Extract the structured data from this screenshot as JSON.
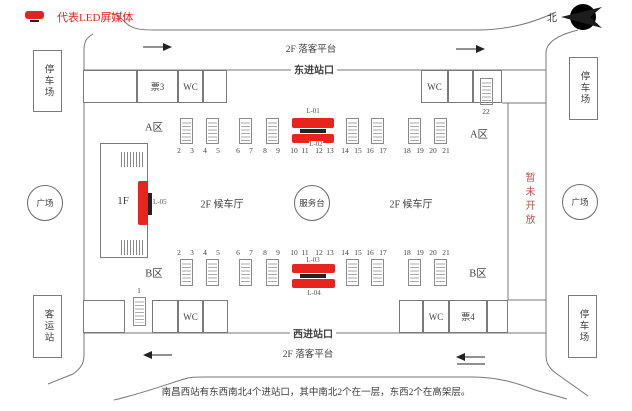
{
  "legend": {
    "label": "代表LED屏媒体"
  },
  "compass": {
    "label": "北"
  },
  "platforms": {
    "top": "2F 落客平台",
    "bottom": "2F 落客平台"
  },
  "entrances": {
    "east": "东进站口",
    "west": "西进站口"
  },
  "facilities": {
    "parking_top_left": "停车场",
    "parking_top_right": "停车场",
    "parking_bottom_right": "停车场",
    "bus_station": "客运站",
    "square_left": "广场",
    "square_right": "广场",
    "service_desk": "服务台",
    "waiting_hall_left": "2F 候车厅",
    "waiting_hall_right": "2F 候车厅",
    "floor_1f": "1F",
    "closed_notice": "暂未开放"
  },
  "zones": {
    "a_left": "A区",
    "a_right": "A区",
    "b_left": "B区",
    "b_right": "B区"
  },
  "rooms": {
    "top_left": [
      "",
      "票3",
      "WC",
      ""
    ],
    "top_right": [
      "WC",
      "",
      ""
    ],
    "bottom_left": [
      "",
      "",
      "WC",
      ""
    ],
    "bottom_right": [
      "",
      "WC",
      "票4",
      ""
    ]
  },
  "led_screens": {
    "l01": "L-01",
    "l02": "L-02",
    "l03": "L-03",
    "l04": "L-04",
    "l05": "L-05"
  },
  "escalators": {
    "top_left_pairs": [
      [
        "2",
        "3"
      ],
      [
        "4",
        "5"
      ],
      [
        "6",
        "7"
      ],
      [
        "8",
        "9"
      ]
    ],
    "top_center": [
      "10",
      "11",
      "12",
      "13"
    ],
    "top_right_pairs": [
      [
        "14",
        "15"
      ],
      [
        "16",
        "17"
      ],
      [
        "18",
        "19"
      ],
      [
        "20",
        "21"
      ]
    ],
    "bottom_left_pairs": [
      [
        "2",
        "3"
      ],
      [
        "4",
        "5"
      ],
      [
        "6",
        "7"
      ],
      [
        "8",
        "9"
      ]
    ],
    "bottom_center": [
      "10",
      "11",
      "12",
      "13"
    ],
    "bottom_right_pairs": [
      [
        "14",
        "15"
      ],
      [
        "16",
        "17"
      ],
      [
        "18",
        "19"
      ],
      [
        "20",
        "21"
      ]
    ],
    "north_east": "22",
    "south_west": "1"
  },
  "caption": "南昌西站有东西南北4个进站口，其中南北2个在一层，东西2个在高架层。",
  "colors": {
    "led_red": "#e8241e",
    "notice_red": "#b8534e",
    "line_gray": "#777777"
  }
}
